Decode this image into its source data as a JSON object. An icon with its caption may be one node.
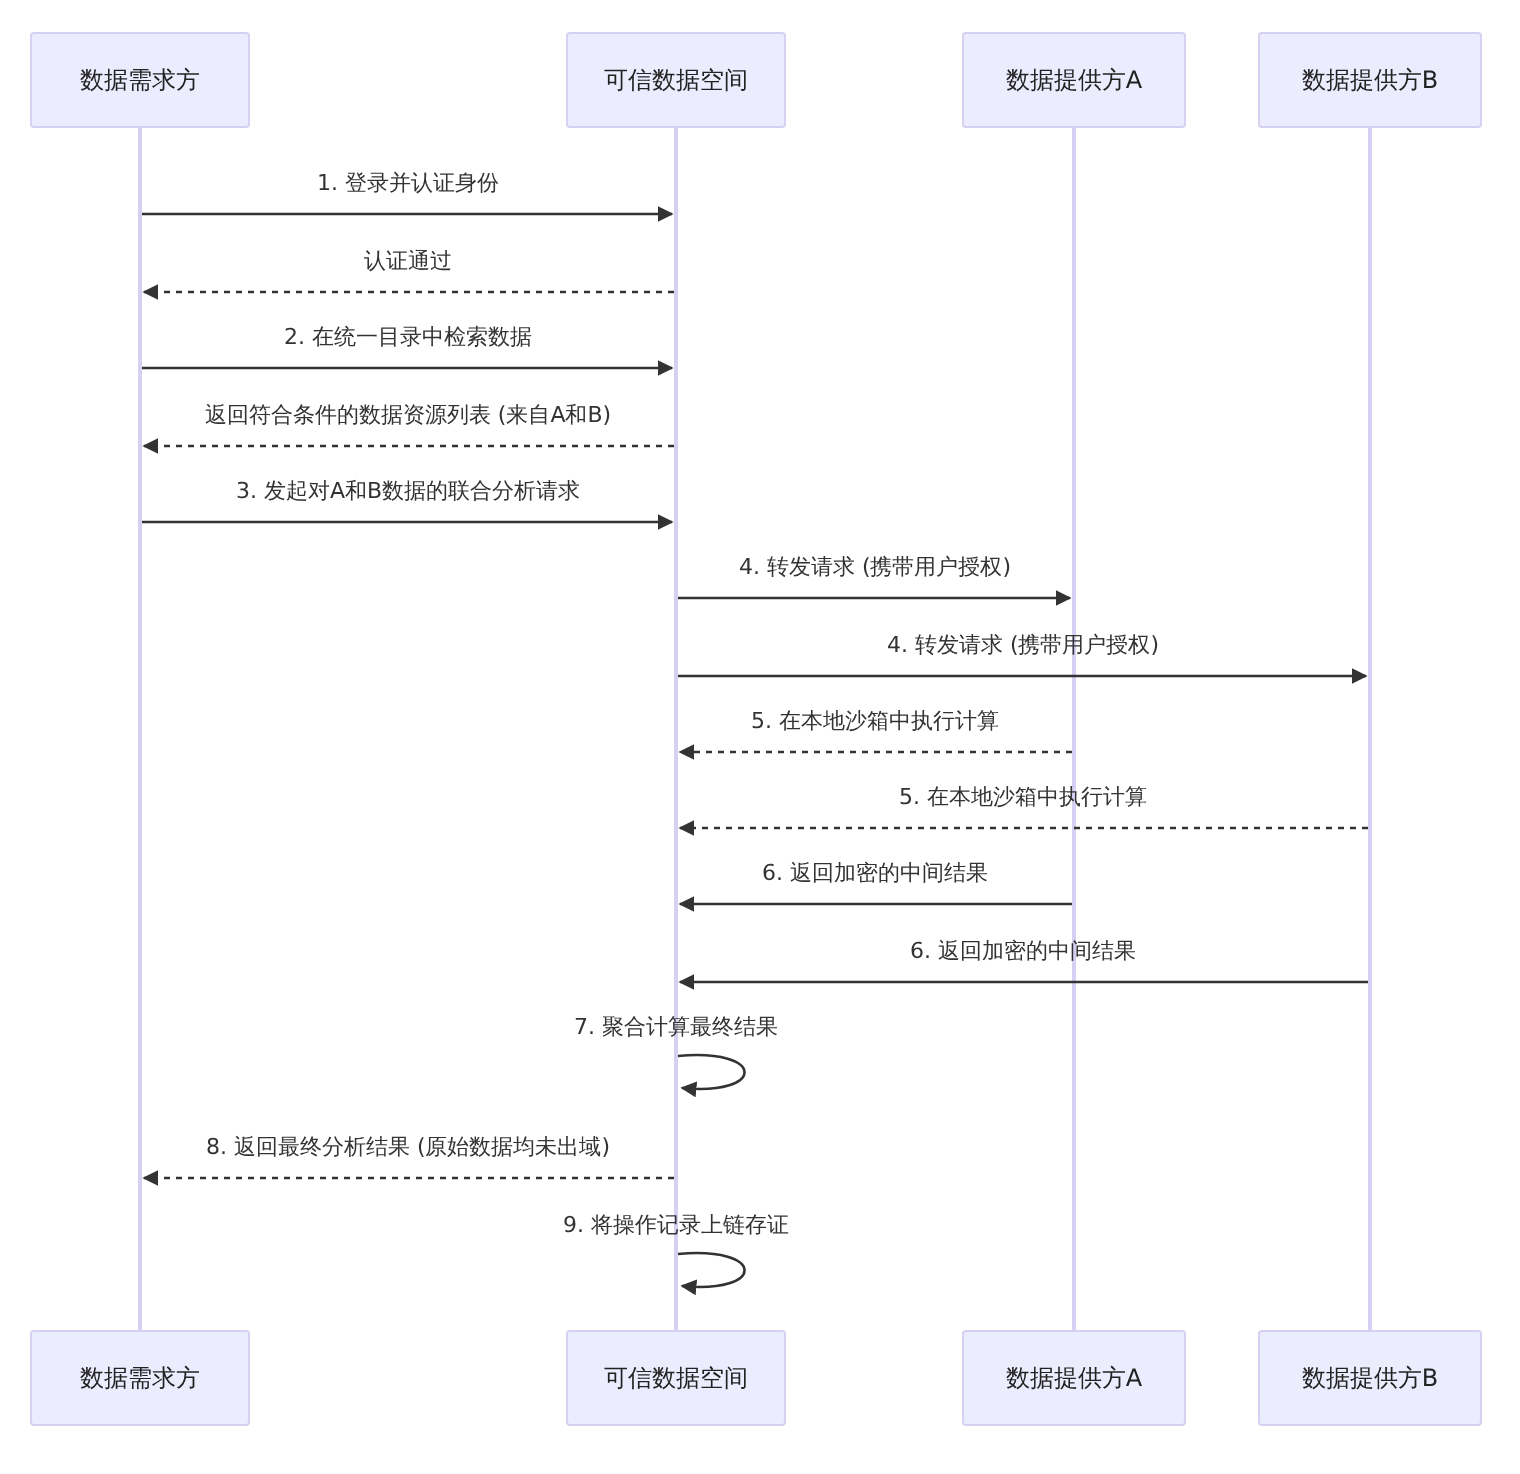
{
  "diagram": {
    "nodes": [
      {
        "text": [
          "数据需求方"
        ]
      },
      {
        "text": [
          "可信数据空间"
        ]
      },
      {
        "text": [
          "数据提供方A"
        ]
      },
      {
        "text": [
          "数据提供方B"
        ]
      },
      {
        "text": [],
        "shape": "line"
      },
      {
        "text": [],
        "shape": "line"
      },
      {
        "text": [],
        "shape": "line"
      },
      {
        "text": [],
        "shape": "line"
      },
      {
        "text": [
          "数据需求方"
        ]
      },
      {
        "text": [
          "可信数据空间"
        ]
      },
      {
        "text": [
          "数据提供方A"
        ]
      },
      {
        "text": [
          "数据提供方B"
        ]
      }
    ],
    "edges": [
      {
        "from": 4,
        "to": 5,
        "arrow": "to",
        "label": "1. 登录并认证身份"
      },
      {
        "from": 5,
        "to": 4,
        "arrow": "to",
        "label": "认证通过",
        "style": "dashed"
      },
      {
        "from": 4,
        "to": 5,
        "arrow": "to",
        "label": "2. 在统一目录中检索数据"
      },
      {
        "from": 5,
        "to": 4,
        "arrow": "to",
        "label": "返回符合条件的数据资源列表 (来自A和B)",
        "style": "dashed"
      },
      {
        "from": 4,
        "to": 5,
        "arrow": "to",
        "label": "3. 发起对A和B数据的联合分析请求"
      },
      {
        "from": 5,
        "to": 6,
        "arrow": "to",
        "label": "4. 转发请求 (携带用户授权)"
      },
      {
        "from": 5,
        "to": 7,
        "arrow": "to",
        "label": "4. 转发请求 (携带用户授权)"
      },
      {
        "from": 6,
        "to": 5,
        "arrow": "to",
        "label": "5. 在本地沙箱中执行计算",
        "style": "dashed"
      },
      {
        "from": 7,
        "to": 5,
        "arrow": "to",
        "label": "5. 在本地沙箱中执行计算",
        "style": "dashed"
      },
      {
        "from": 6,
        "to": 5,
        "arrow": "to",
        "label": "6. 返回加密的中间结果"
      },
      {
        "from": 7,
        "to": 5,
        "arrow": "to",
        "label": "6. 返回加密的中间结果"
      },
      {
        "from": 5,
        "to": 5,
        "arrow": "to",
        "label": "7. 聚合计算最终结果"
      },
      {
        "from": 5,
        "to": 4,
        "arrow": "to",
        "label": "8. 返回最终分析结果 (原始数据均未出域)",
        "style": "dashed"
      },
      {
        "from": 5,
        "to": 5,
        "arrow": "to",
        "label": "9. 将操作记录上链存证"
      }
    ]
  }
}
